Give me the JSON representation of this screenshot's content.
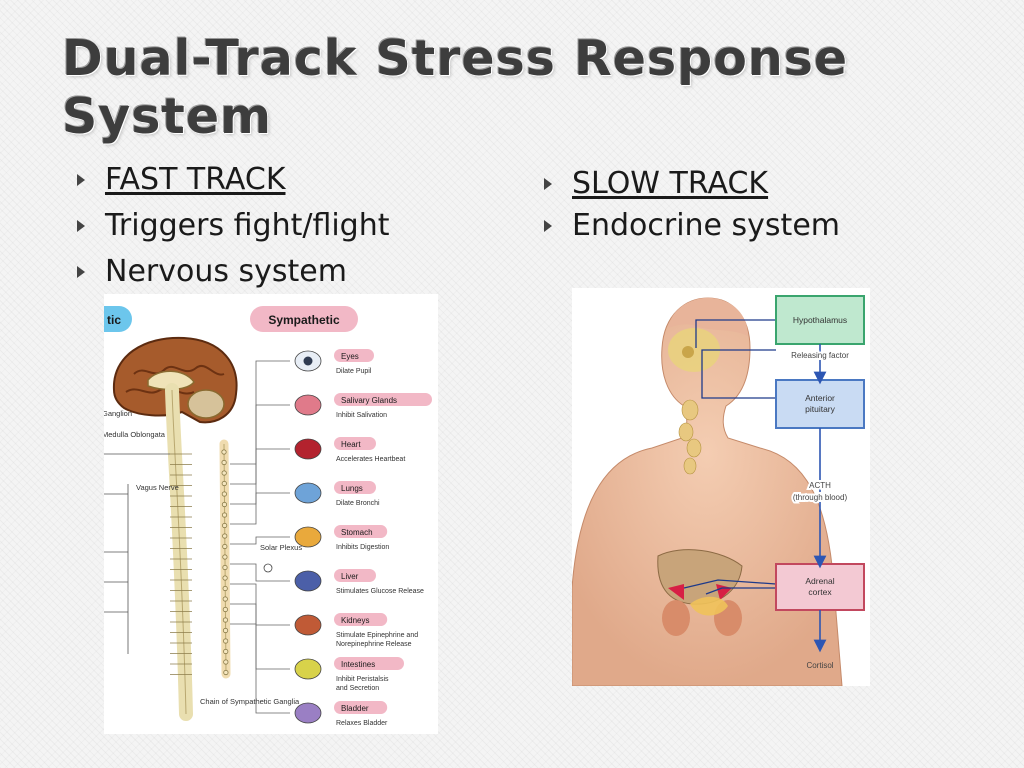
{
  "slide": {
    "title": "Dual-Track Stress Response System",
    "left_column": {
      "items": [
        "FAST TRACK",
        "Triggers fight/flight",
        "Nervous system"
      ]
    },
    "right_column": {
      "items": [
        "SLOW TRACK",
        "Endocrine system"
      ]
    }
  },
  "nervous_figure": {
    "tab_left": "tic",
    "tab_right": "Sympathetic",
    "labels_left": [
      "Ganglion",
      "Medulla Oblongata",
      "Vagus Nerve"
    ],
    "plexus": "Solar Plexus",
    "chain": "Chain of Sympathetic Ganglia",
    "organs": [
      {
        "name": "Eyes",
        "effect": "Dilate Pupil",
        "icon": "eye-icon"
      },
      {
        "name": "Salivary Glands",
        "effect": "Inhibit Salivation",
        "icon": "salivary-gland-icon"
      },
      {
        "name": "Heart",
        "effect": "Accelerates Heartbeat",
        "icon": "heart-icon"
      },
      {
        "name": "Lungs",
        "effect": "Dilate Bronchi",
        "icon": "lungs-icon"
      },
      {
        "name": "Stomach",
        "effect": "Inhibits Digestion",
        "icon": "stomach-icon"
      },
      {
        "name": "Liver",
        "effect": "Stimulates Glucose Release",
        "icon": "liver-icon"
      },
      {
        "name": "Kidneys",
        "effect": "Stimulate Epinephrine and",
        "effect2": "Norepinephrine Release",
        "icon": "kidneys-icon"
      },
      {
        "name": "Intestines",
        "effect": "Inhibit Peristalsis",
        "effect2": "and Secretion",
        "icon": "intestines-icon"
      },
      {
        "name": "Bladder",
        "effect": "Relaxes Bladder",
        "icon": "bladder-icon"
      }
    ]
  },
  "endocrine_figure": {
    "boxes": [
      "Hypothalamus",
      "Anterior pituitary",
      "Adrenal cortex"
    ],
    "arrow_labels": [
      "Releasing factor",
      "ACTH (through blood)",
      "Cortisol"
    ]
  },
  "colors": {
    "title": "#3d3d3d",
    "tab_pink": "#f2b8c6",
    "tab_blue": "#6cc6ec",
    "hypothalamus_green": "#3aa56e",
    "pituitary_blue": "#4a78c2",
    "adrenal_red": "#c2485e"
  }
}
